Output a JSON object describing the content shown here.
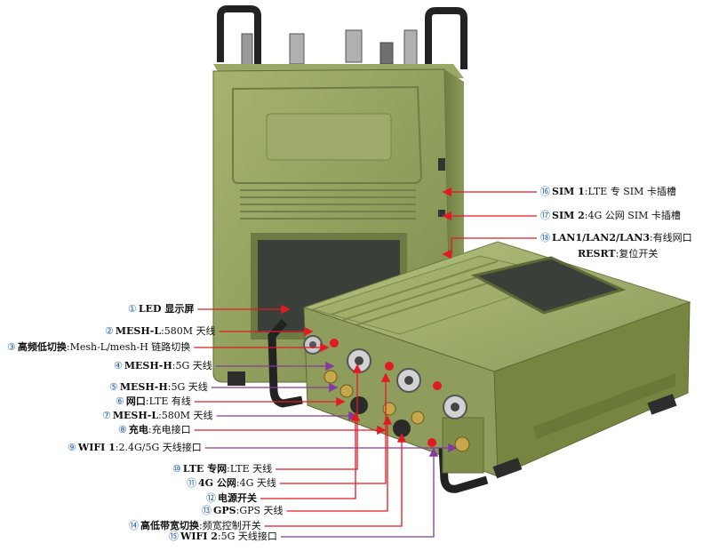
{
  "callouts_left": [
    {
      "num": "①",
      "name": "LED 显示屏",
      "desc": "",
      "color": "#e01b24"
    },
    {
      "num": "②",
      "name": "MESH-L",
      "desc": ":580M 天线",
      "color": "#e01b24"
    },
    {
      "num": "③",
      "name": "高频低切换",
      "desc": ":Mesh-L/mesh-H 链路切换",
      "color": "#e01b24"
    },
    {
      "num": "④",
      "name": "MESH-H",
      "desc": ":5G 天线",
      "color": "#813d9c"
    },
    {
      "num": "⑤",
      "name": "MESH-H",
      "desc": ":5G 天线",
      "color": "#813d9c"
    },
    {
      "num": "⑥",
      "name": "网口",
      "desc": ":LTE 有线",
      "color": "#e01b24"
    },
    {
      "num": "⑦",
      "name": "MESH-L",
      "desc": ":580M 天线",
      "color": "#813d9c"
    },
    {
      "num": "⑧",
      "name": "充电",
      "desc": ":充电接口",
      "color": "#e01b24"
    },
    {
      "num": "⑨",
      "name": "WIFI 1",
      "desc": ":2.4G/5G 天线接口",
      "color": "#813d9c"
    },
    {
      "num": "⑩",
      "name": "LTE 专网",
      "desc": ":LTE 天线",
      "color": "#e01b24"
    },
    {
      "num": "⑪",
      "name": "4G 公网",
      "desc": ":4G 天线",
      "color": "#e01b24"
    },
    {
      "num": "⑫",
      "name": "电源开关",
      "desc": "",
      "color": "#e01b24"
    },
    {
      "num": "⑬",
      "name": "GPS",
      "desc": ":GPS 天线",
      "color": "#e01b24"
    },
    {
      "num": "⑭",
      "name": "高低带宽切换",
      "desc": ":频宽控制开关",
      "color": "#e01b24"
    },
    {
      "num": "⑮",
      "name": "WIFI 2",
      "desc": ":5G 天线接口",
      "color": "#813d9c"
    }
  ],
  "callouts_right": [
    {
      "num": "⑯",
      "name": "SIM 1",
      "desc": ":LTE 专 SIM 卡插槽"
    },
    {
      "num": "⑰",
      "name": "SIM 2",
      "desc": ":4G 公网 SIM 卡插槽"
    },
    {
      "num": "⑱",
      "name": "LAN1/LAN2/LAN3",
      "desc": ":有线网口"
    },
    {
      "num": "",
      "name": "RESRT",
      "desc": ":复位开关"
    }
  ],
  "colors": {
    "body": "#8c9c5a",
    "body_dark": "#6c7a42",
    "body_light": "#a9b774",
    "screen": "#3b3f3a",
    "arrow_red": "#e01b24",
    "arrow_purple": "#813d9c"
  }
}
